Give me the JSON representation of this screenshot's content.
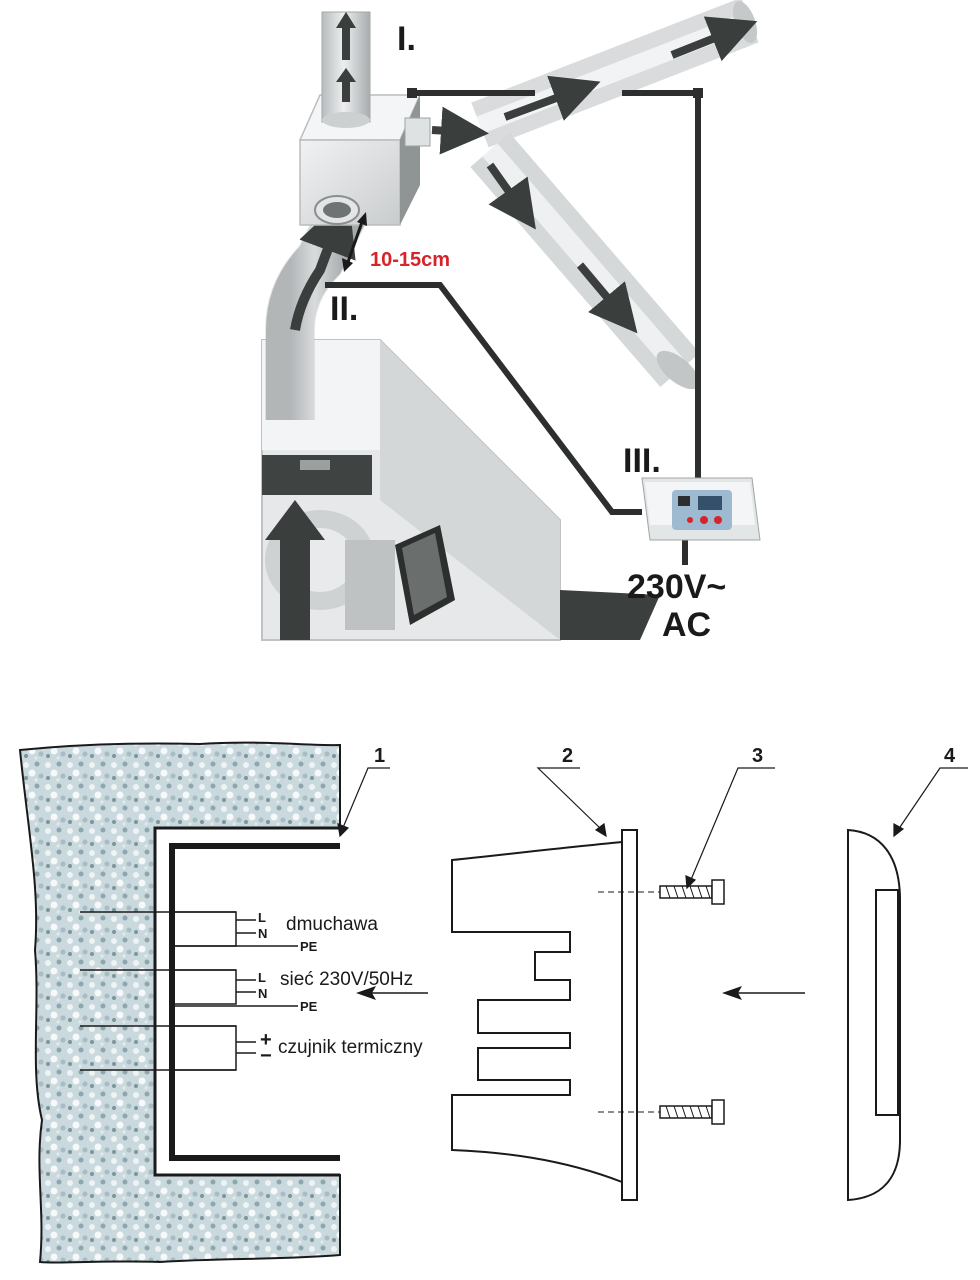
{
  "top": {
    "label_1": "I.",
    "label_2": "II.",
    "label_3": "III.",
    "distance": "10-15cm",
    "power_line1": "230V~",
    "power_line2": "AC"
  },
  "bottom": {
    "callouts": [
      "1",
      "2",
      "3",
      "4"
    ],
    "wiring": {
      "blower": "dmuchawa",
      "mains": "sieć 230V/50Hz",
      "sensor": "czujnik termiczny",
      "L": "L",
      "N": "N",
      "PE": "PE",
      "plus": "+",
      "minus": "−"
    }
  },
  "colors": {
    "accent_red": "#d7232a",
    "duct": "#dcdedf",
    "line": "#2c2f2e"
  }
}
